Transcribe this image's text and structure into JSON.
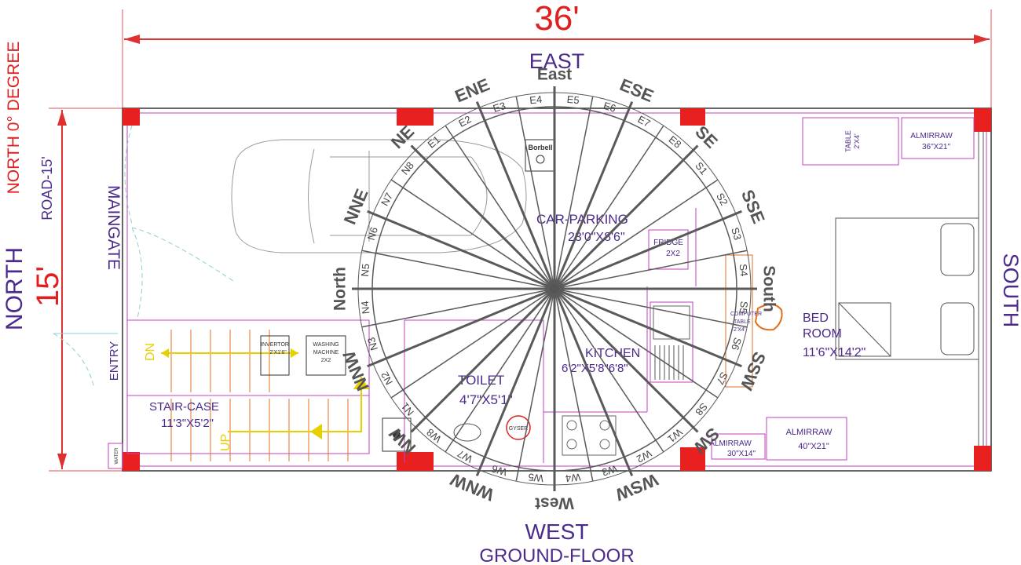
{
  "dimensions": {
    "top": "36'",
    "side": "15'"
  },
  "directions": {
    "east": "EAST",
    "west": "WEST",
    "south": "SOUTH",
    "north": "NORTH",
    "north_degree": "NORTH 0° DEGREE",
    "road": "ROAD-15'",
    "floor": "GROUND-FLOOR"
  },
  "labels": {
    "maingate": "MAINGATE",
    "entry": "ENTRY",
    "stair": "STAIR-CASE",
    "stair_size": "11'3\"X5'2\"",
    "dn": "DN",
    "up": "UP",
    "inverter": "INVERTOR",
    "inverter_size": "2'X1'6\"",
    "washing": "WASHING",
    "washing2": "MACHINE",
    "washing_size": "2X2",
    "toilet": "TOILET",
    "toilet_size": "4'7\"X5'1\"",
    "gyser": "GYSER",
    "kitchen": "KITCHEN",
    "kitchen_size": "6'2\"X5'8\"6'8\"",
    "parking": "CAR-PARKING",
    "parking_size": "23'0\"X8'6\"",
    "borbell": "Borbell",
    "fridge": "FRIDGE",
    "fridge_size": "2X2",
    "computer": "COMPUTER",
    "computer2": "TABLE",
    "computer_size": "2'X4'",
    "table": "TABLE",
    "table_size": "2'X4'",
    "almirah1": "ALMIRRAW",
    "almirah1_size": "36\"X21\"",
    "bedroom": "BED",
    "bedroom2": "ROOM",
    "bedroom_size": "11'6\"X14'2\"",
    "almirah2": "ALMIRRAW",
    "almirah2_size": "40\"X21\"",
    "almirah3": "ALMIRRAW",
    "almirah3_size": "30\"X14\"",
    "water": "WATER"
  },
  "compass": {
    "major": [
      {
        "label": "North",
        "angle": 180
      },
      {
        "label": "NNE",
        "angle": 157.5
      },
      {
        "label": "NE",
        "angle": 135
      },
      {
        "label": "ENE",
        "angle": 112.5
      },
      {
        "label": "East",
        "angle": 90
      },
      {
        "label": "ESE",
        "angle": 67.5
      },
      {
        "label": "SE",
        "angle": 45
      },
      {
        "label": "SSE",
        "angle": 22.5
      },
      {
        "label": "South",
        "angle": 0
      },
      {
        "label": "SSW",
        "angle": -22.5
      },
      {
        "label": "SW",
        "angle": -45
      },
      {
        "label": "WSW",
        "angle": -67.5
      },
      {
        "label": "West",
        "angle": -90
      },
      {
        "label": "WNW",
        "angle": -112.5
      },
      {
        "label": "NW",
        "angle": -135
      },
      {
        "label": "NNW",
        "angle": -157.5
      }
    ],
    "zones": [
      "N1",
      "N2",
      "N3",
      "N4",
      "N5",
      "N6",
      "N7",
      "N8",
      "E1",
      "E2",
      "E3",
      "E4",
      "E5",
      "E6",
      "E7",
      "E8",
      "S1",
      "S2",
      "S3",
      "S4",
      "S5",
      "S6",
      "S7",
      "S8",
      "W1",
      "W2",
      "W3",
      "W4",
      "W5",
      "W6",
      "W7",
      "W8"
    ]
  },
  "colors": {
    "red": "#e02020",
    "purple": "#4b2a8c",
    "magenta": "#c040c0",
    "compass": "#5a5a5a",
    "yellow": "#e8d000",
    "orange": "#e07020"
  }
}
